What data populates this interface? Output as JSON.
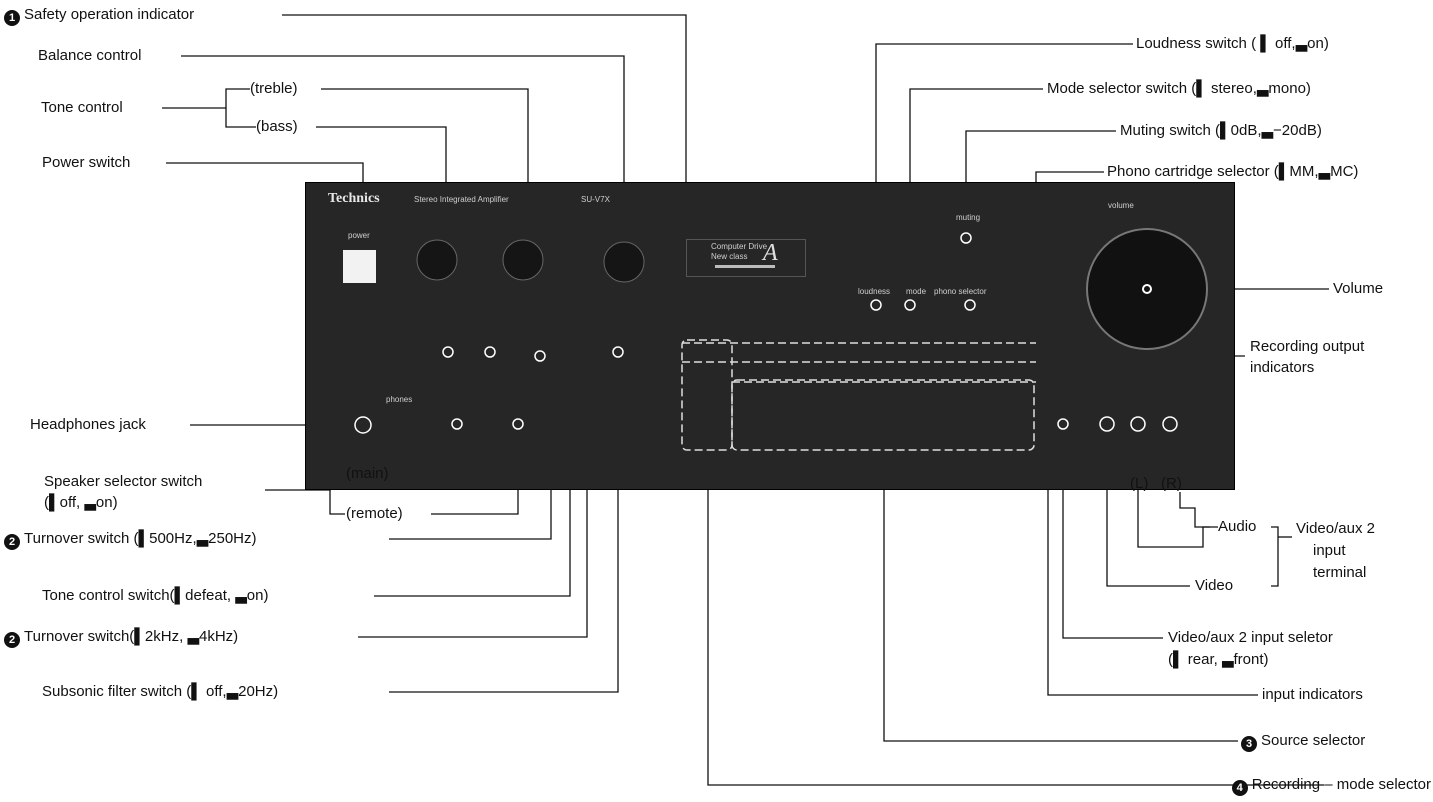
{
  "panel": {
    "brand": "Technics",
    "model_text": "Stereo Integrated Amplifier",
    "model_no": "SU-V7X",
    "badge_line1": "Computer Drive",
    "badge_line2": "New class",
    "badge_letter": "A",
    "volume_text": "volume",
    "power_text": "power",
    "phones_text": "phones",
    "muting_text": "muting",
    "phono_text": "phono selector",
    "loudness_text": "loudness",
    "mode_text": "mode"
  },
  "labels": {
    "l1_num": "1",
    "l1": "Safety operation indicator",
    "balance": "Balance control",
    "tone": "Tone control",
    "treble": "(treble)",
    "bass": "(bass)",
    "power": "Power switch",
    "headphones": "Headphones jack",
    "speaker_1": "Speaker selector switch",
    "speaker_2": "(▌off, ▃on)",
    "main": "(main)",
    "remote": "(remote)",
    "turnover1_num": "2",
    "turnover1": "Turnover switch (▌500Hz,▃250Hz)",
    "tonesw": "Tone control switch(▌defeat, ▃on)",
    "turnover2_num": "2",
    "turnover2": "Turnover switch(▌2kHz, ▃4kHz)",
    "subsonic": "Subsonic filter switch (▌ off,▃20Hz)",
    "loudness": "Loudness switch ( ▌ off,▃on)",
    "mode": "Mode selector switch (▌ stereo,▃mono)",
    "muting": "Muting switch (▌0dB,▃−20dB)",
    "phono": "Phono cartridge selector (▌MM,▃MC)",
    "volume": "Volume",
    "rec_out_1": "Recording output",
    "rec_out_2": "indicators",
    "L": "(L)",
    "R": "(R)",
    "audio": "Audio",
    "video": "Video",
    "vaux_1": "Video/aux 2",
    "vaux_2": "input",
    "vaux_3": "terminal",
    "vsel_1": "Video/aux 2 input seletor",
    "vsel_2": "(▌ rear, ▃front)",
    "input_ind": "input indicators",
    "source_num": "3",
    "source": "Source selector",
    "recmode_num": "4",
    "recmode": "Recording – mode selector"
  }
}
